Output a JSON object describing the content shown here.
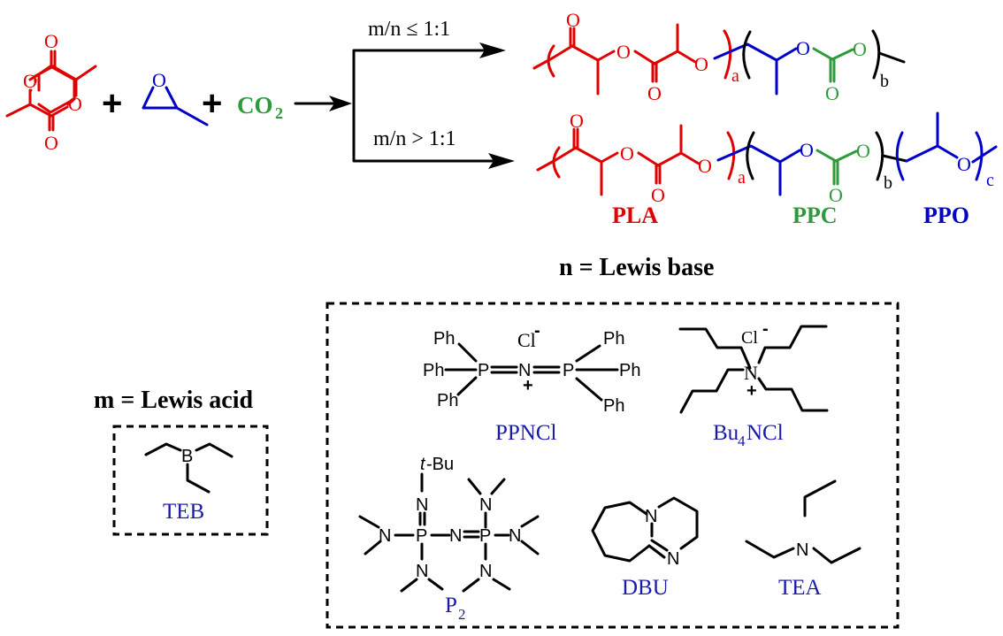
{
  "reactants": {
    "lactide": {
      "name": "lactide",
      "atoms": [
        "O",
        "O",
        "O",
        "O"
      ]
    },
    "plus_1": "+",
    "epoxide": {
      "name": "propylene oxide",
      "atoms": [
        "O"
      ]
    },
    "plus_2": "+",
    "co2": {
      "main": "CO",
      "subscript": "2"
    }
  },
  "conditions": {
    "upper": "m/n ≤ 1:1",
    "lower": "m/n > 1:1"
  },
  "products": {
    "upper": {
      "atom_o": "O",
      "subscripts": [
        "a",
        "b"
      ]
    },
    "lower": {
      "atom_o": "O",
      "subscripts": [
        "a",
        "b",
        "c"
      ]
    },
    "segment_labels": [
      {
        "label": "PLA",
        "color": "#e00000"
      },
      {
        "label": "PPC",
        "color": "#2e9a3a"
      },
      {
        "label": "PPO",
        "color": "#0000c8"
      }
    ]
  },
  "lewis_base": {
    "heading": "n = Lewis base",
    "compounds": [
      {
        "name": "PPNCl",
        "atoms": {
          "ph": "Ph",
          "p": "P",
          "n": "N",
          "cl": "Cl",
          "charge_anion": "-",
          "charge_cation": "+"
        }
      },
      {
        "name_main": "Bu",
        "name_sub": "4",
        "name_tail": "NCl",
        "atoms": {
          "n": "N",
          "cl": "Cl",
          "charge_anion": "-",
          "charge_cation": "+"
        }
      },
      {
        "name_main": "P",
        "name_sub": "2",
        "atoms": {
          "tbu_italic": "t",
          "tbu_rest": "-Bu",
          "n": "N",
          "p": "P"
        }
      },
      {
        "name": "DBU",
        "atoms": {
          "n": "N"
        }
      },
      {
        "name": "TEA",
        "atoms": {
          "n": "N"
        }
      }
    ]
  },
  "lewis_acid": {
    "heading": "m = Lewis acid",
    "compounds": [
      {
        "name": "TEB",
        "atoms": {
          "b": "B"
        }
      }
    ]
  }
}
